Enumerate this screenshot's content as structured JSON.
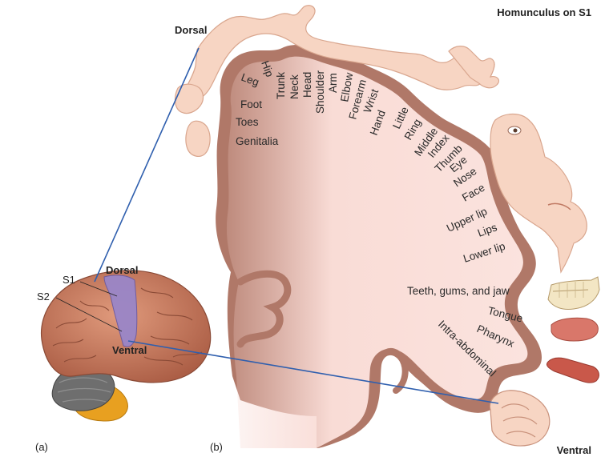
{
  "title": "Homunculus on S1",
  "orientation": {
    "dorsal_top": "Dorsal",
    "ventral_bottom": "Ventral",
    "brain_dorsal": "Dorsal",
    "brain_ventral": "Ventral"
  },
  "brain_labels": {
    "s1": "S1",
    "s2": "S2"
  },
  "panel_labels": {
    "a": "(a)",
    "b": "(b)"
  },
  "body_parts": [
    "Leg",
    "Hip",
    "Trunk",
    "Neck",
    "Head",
    "Shoulder",
    "Arm",
    "Elbow",
    "Forearm",
    "Wrist",
    "Hand",
    "Little",
    "Ring",
    "Middle",
    "Index",
    "Thumb",
    "Eye",
    "Nose",
    "Face",
    "Upper lip",
    "Lips",
    "Lower lip",
    "Teeth, gums, and jaw",
    "Tongue",
    "Pharynx",
    "Intra-abdominal",
    "Foot",
    "Toes",
    "Genitalia"
  ],
  "colors": {
    "cortex_outer": "#b07868",
    "cortex_inner": "#fbe3de",
    "homunculus_skin": "#f7d5c3",
    "brain": "#c9755a",
    "s1_highlight": "#9a86c8",
    "cerebellum": "#6e6e6e",
    "brainstem": "#e8a020",
    "guide_line": "#2f5fae"
  },
  "icons": [
    "homunculus-body-icon",
    "face-icon",
    "teeth-icon",
    "tongue-icon",
    "pharynx-icon",
    "intestine-icon",
    "genitalia-icon",
    "brain-icon"
  ]
}
